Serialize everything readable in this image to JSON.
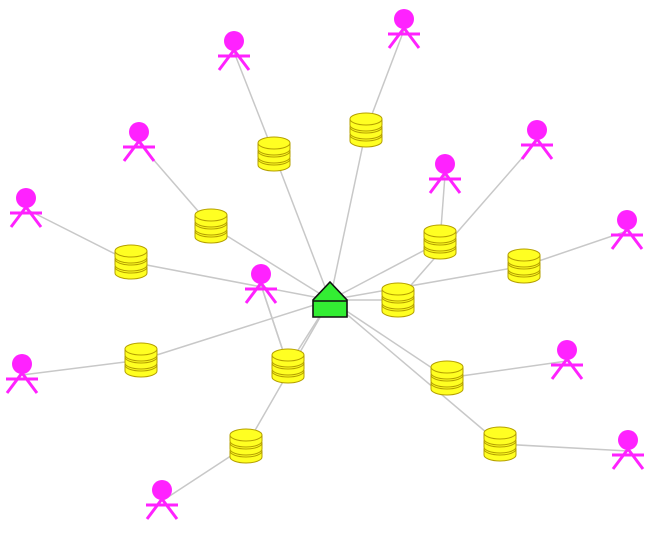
{
  "graph": {
    "colors": {
      "edge": "#c8c8c8",
      "hub_fill": "#33ee33",
      "hub_stroke": "#111111",
      "database_fill": "#ffff22",
      "database_stroke": "#b5a000",
      "person_fill": "#ff22ff"
    },
    "icons": {
      "hub": "house-icon",
      "database": "database-icon",
      "person": "person-icon"
    },
    "hub": {
      "id": "hub"
    },
    "databases": [
      {
        "id": "db1"
      },
      {
        "id": "db2"
      },
      {
        "id": "db3"
      },
      {
        "id": "db4"
      },
      {
        "id": "db5"
      },
      {
        "id": "db6"
      },
      {
        "id": "db7"
      },
      {
        "id": "db8"
      },
      {
        "id": "db9"
      },
      {
        "id": "db10"
      },
      {
        "id": "db11"
      },
      {
        "id": "db12"
      }
    ],
    "persons": [
      {
        "id": "p1"
      },
      {
        "id": "p2"
      },
      {
        "id": "p3"
      },
      {
        "id": "p4"
      },
      {
        "id": "p5"
      },
      {
        "id": "p6"
      },
      {
        "id": "p7"
      },
      {
        "id": "p8"
      },
      {
        "id": "p9"
      },
      {
        "id": "p10"
      },
      {
        "id": "p11"
      },
      {
        "id": "p12"
      },
      {
        "id": "p13"
      }
    ],
    "edges": [
      [
        "hub",
        "db1"
      ],
      [
        "hub",
        "db2"
      ],
      [
        "hub",
        "db3"
      ],
      [
        "hub",
        "db4"
      ],
      [
        "hub",
        "db5"
      ],
      [
        "hub",
        "db6"
      ],
      [
        "hub",
        "db7"
      ],
      [
        "hub",
        "db8"
      ],
      [
        "hub",
        "db9"
      ],
      [
        "hub",
        "db10"
      ],
      [
        "hub",
        "db11"
      ],
      [
        "hub",
        "db12"
      ],
      [
        "hub",
        "p13"
      ],
      [
        "db1",
        "p1"
      ],
      [
        "db2",
        "p2"
      ],
      [
        "db3",
        "p3"
      ],
      [
        "db4",
        "p4"
      ],
      [
        "db5",
        "p5"
      ],
      [
        "db6",
        "p6"
      ],
      [
        "db7",
        "p7"
      ],
      [
        "db8",
        "p8"
      ],
      [
        "db9",
        "p9"
      ],
      [
        "db10",
        "p10"
      ],
      [
        "db11",
        "p11"
      ],
      [
        "db12",
        "p12"
      ],
      [
        "db6",
        "p13"
      ]
    ]
  }
}
